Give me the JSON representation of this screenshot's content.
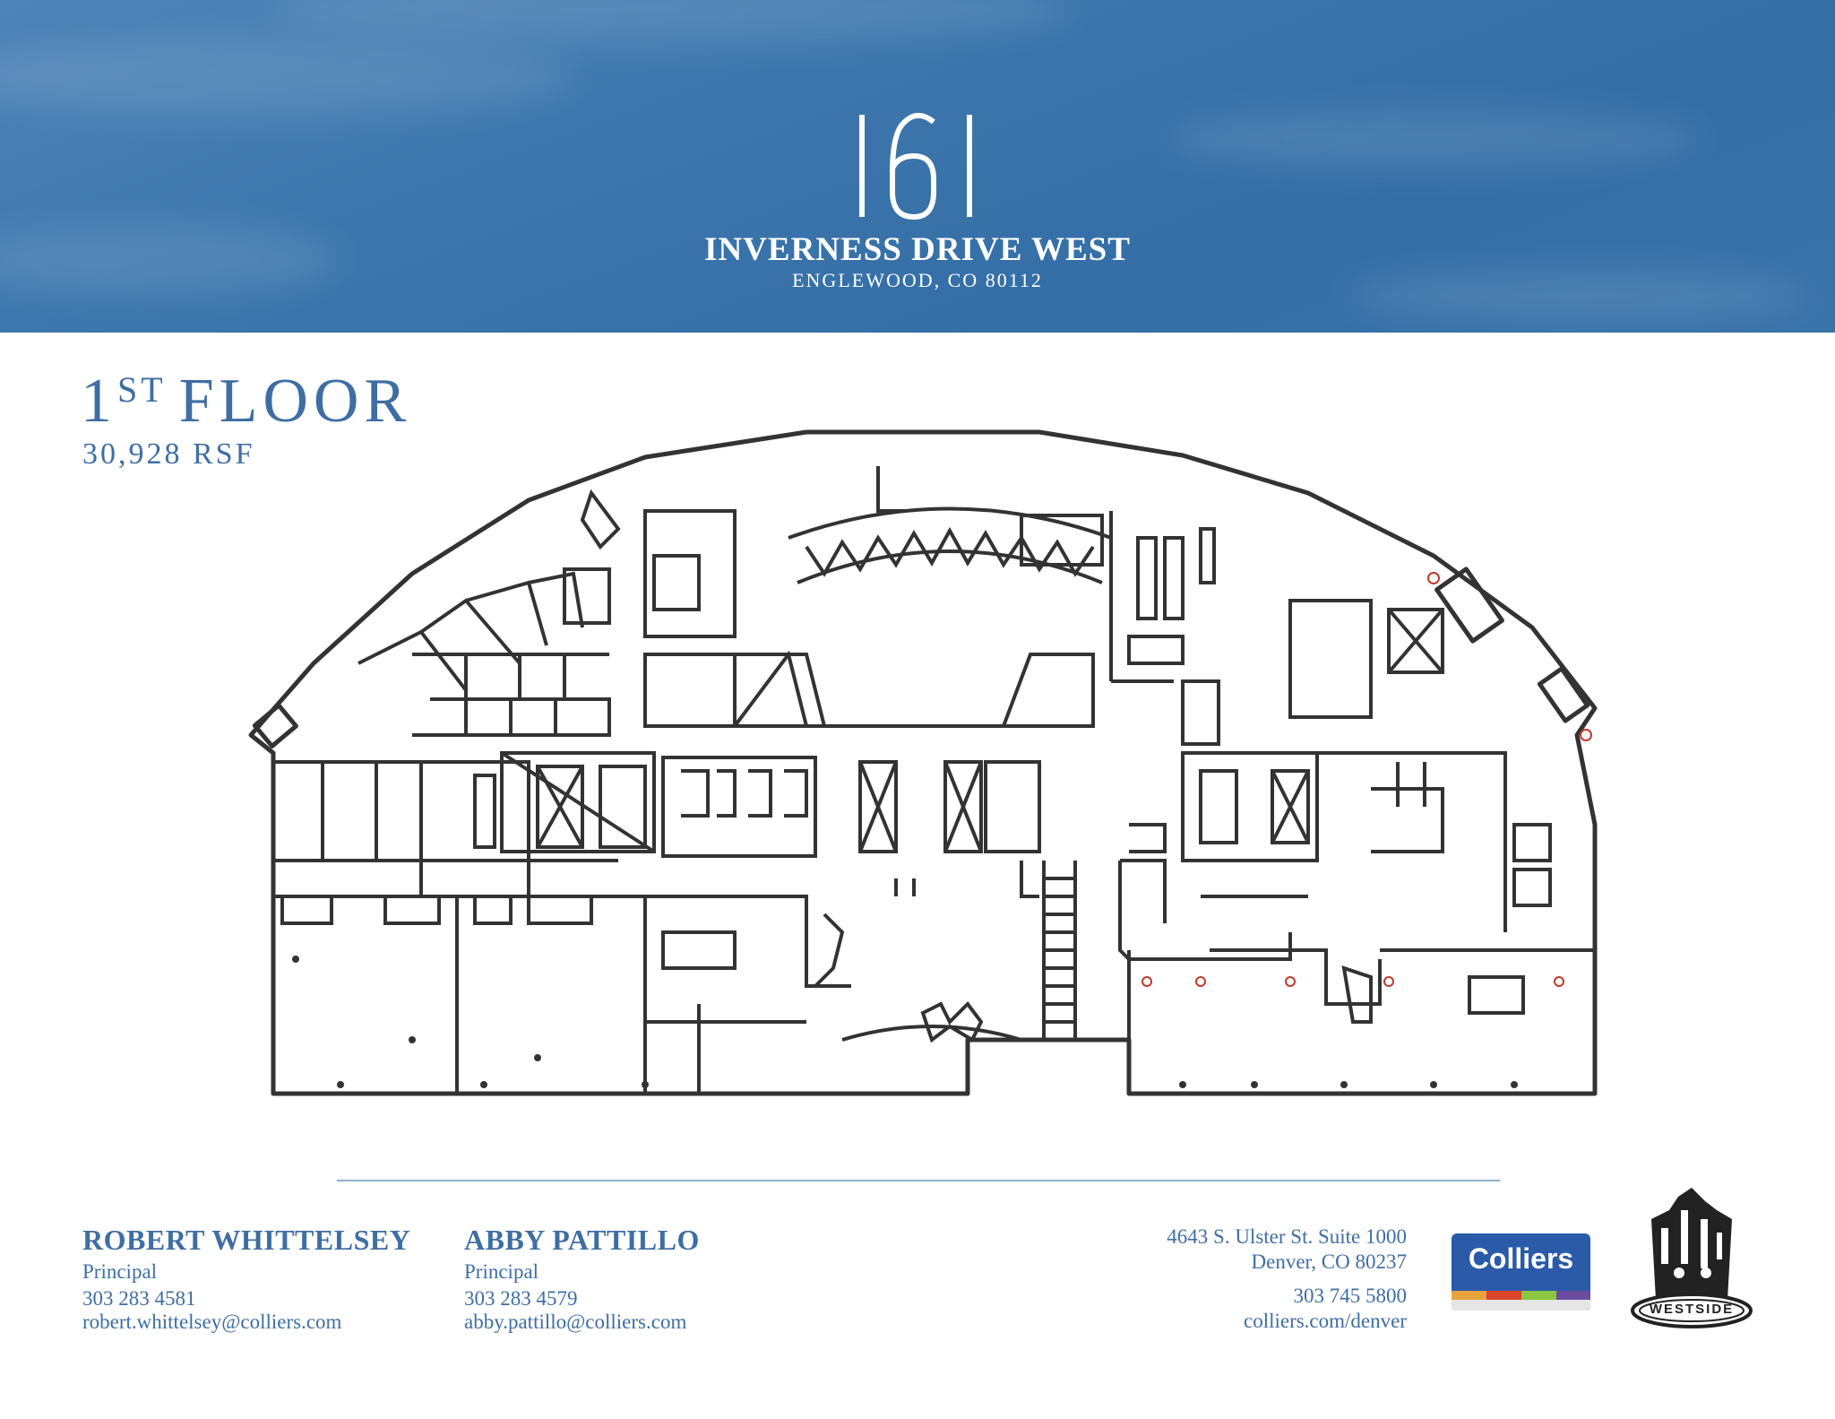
{
  "header": {
    "building_number": "161",
    "street": "INVERNESS DRIVE WEST",
    "city": "ENGLEWOOD, CO 80112"
  },
  "floor": {
    "number": "1",
    "suffix": "ST",
    "word": "FLOOR",
    "rsf": "30,928 RSF"
  },
  "contacts": [
    {
      "name": "ROBERT WHITTELSEY",
      "title": "Principal",
      "phone": "303 283 4581",
      "email": "robert.whittelsey@colliers.com"
    },
    {
      "name": "ABBY PATTILLO",
      "title": "Principal",
      "phone": "303 283 4579",
      "email": "abby.pattillo@colliers.com"
    }
  ],
  "office": {
    "street": "4643 S. Ulster St. Suite 1000",
    "city": "Denver, CO 80237",
    "phone": "303 745 5800",
    "website": "colliers.com/denver"
  },
  "logos": {
    "colliers": "Colliers",
    "westside": "WESTSIDE"
  },
  "colors": {
    "banner": "#3a73aa",
    "accent_text": "#3e6ea3",
    "colliers_blue": "#2a5aa8",
    "plan_line": "#333333"
  }
}
